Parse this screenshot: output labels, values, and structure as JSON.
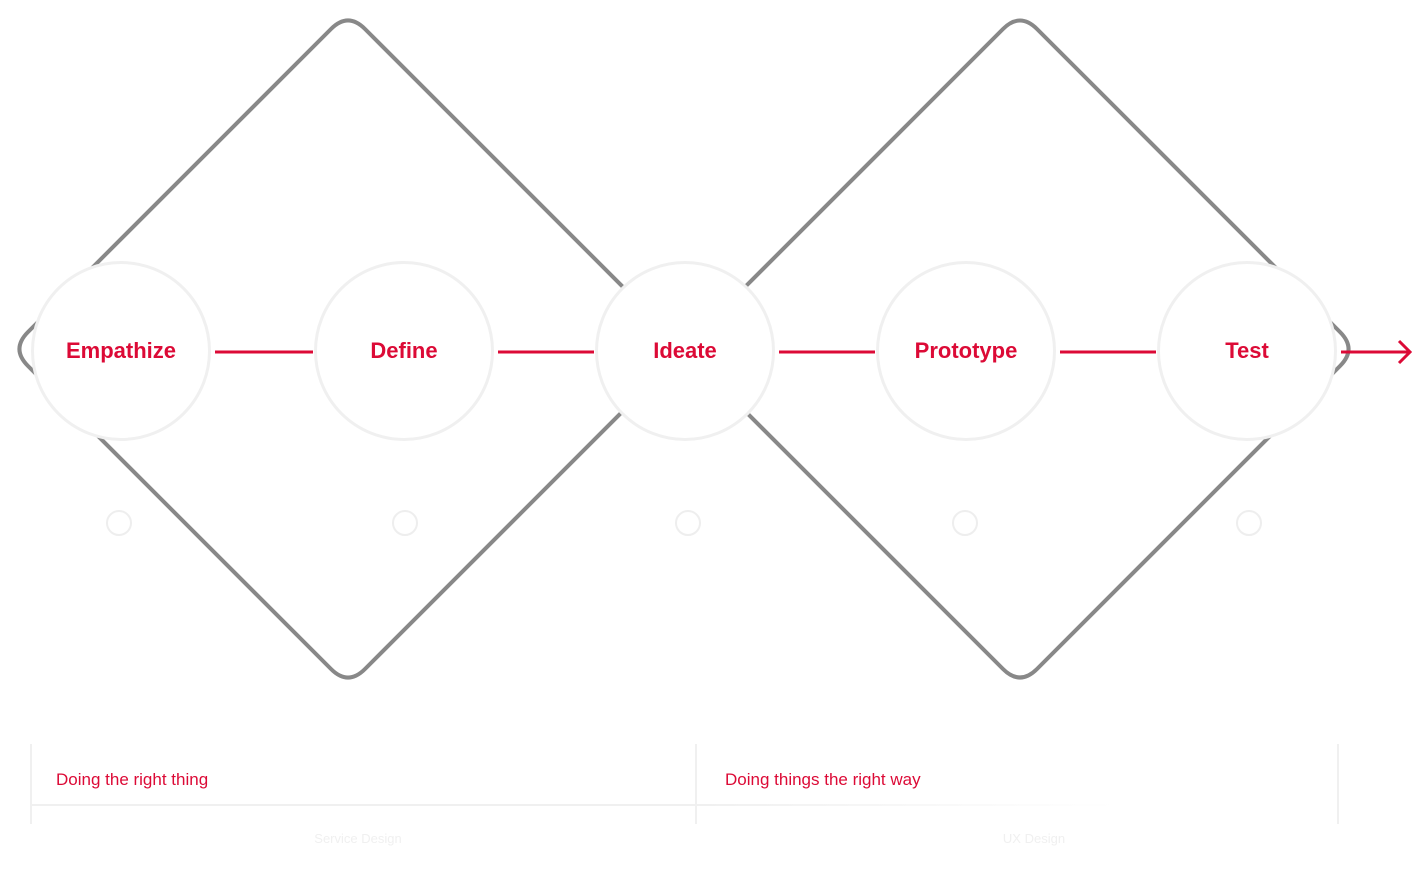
{
  "colors": {
    "accent": "#dc0a36",
    "diamond_stroke": "#888888",
    "circle_border": "#f0f0f0"
  },
  "phases": [
    {
      "label": "Empathize"
    },
    {
      "label": "Define"
    },
    {
      "label": "Ideate"
    },
    {
      "label": "Prototype"
    },
    {
      "label": "Test"
    }
  ],
  "footer": {
    "left": {
      "heading": "Doing the right thing",
      "sub": "Service Design"
    },
    "right": {
      "heading": "Doing things the right way",
      "sub": "UX Design"
    }
  }
}
